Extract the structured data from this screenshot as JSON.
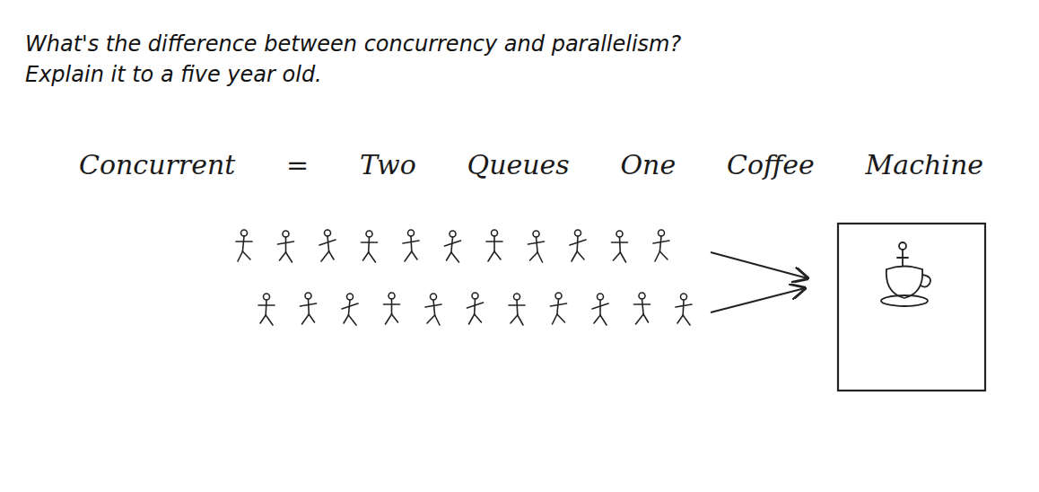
{
  "diagram": {
    "title": "What's the difference between concurrency and parallelism?",
    "labels": [
      "Explain it to a five year old.",
      "Concurrent = Two Queues One Coffee Machine"
    ]
  }
}
